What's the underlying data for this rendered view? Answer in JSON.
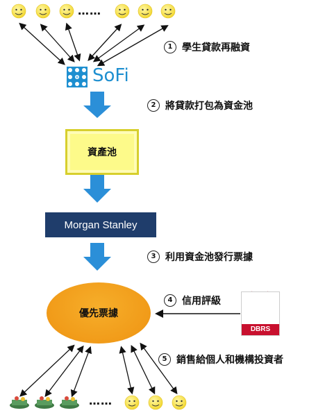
{
  "top_investors": {
    "ellipsis": "……"
  },
  "steps": [
    {
      "num": "1",
      "label": "學生貸款再融資"
    },
    {
      "num": "2",
      "label": "將貸款打包為資金池"
    },
    {
      "num": "3",
      "label": "利用資金池發行票據"
    },
    {
      "num": "4",
      "label": "信用評級"
    },
    {
      "num": "5",
      "label": "銷售給個人和機構投資者"
    }
  ],
  "sofi": {
    "name": "SoFi",
    "color": "#1e8fd0"
  },
  "pool": {
    "label": "資產池"
  },
  "morgan_stanley": {
    "name": "Morgan Stanley"
  },
  "bond": {
    "label": "優先票據"
  },
  "dbrs": {
    "name": "DBRS"
  },
  "bottom_investors": {
    "ellipsis": "……"
  },
  "colors": {
    "arrow_blue": "#2b8fd8",
    "smiley_yellow": "#f7e44a",
    "ms_navy": "#1f3d6b",
    "dbrs_red": "#c8102e",
    "bond_orange": "#f19b19",
    "pool_yellow": "#fdfa8a"
  }
}
